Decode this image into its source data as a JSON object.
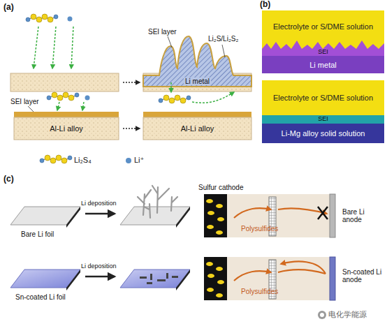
{
  "diagram": {
    "nodes": [
      {
        "text": [
          "Li metal"
        ]
      },
      {
        "text": [
          "Al-Li alloy"
        ]
      },
      {
        "text": [
          "Al-Li alloy"
        ]
      },
      {
        "text": [
          "Electrolyte or S/DME solution"
        ]
      },
      {
        "text": [
          "SEI"
        ]
      },
      {
        "text": [
          "Li metal"
        ]
      },
      {
        "text": [
          "Electrolyte or S/DME solution"
        ]
      },
      {
        "text": [
          "SEI"
        ]
      },
      {
        "text": [
          "Li-Mg alloy solid solution"
        ]
      }
    ],
    "labels": [
      "(a)",
      "SEI layer",
      "Li₂S/Li₂S₂",
      "SEI layer",
      "(b)",
      "(c)",
      "Bare Li foil",
      "Li deposition",
      "Sn-coated Li foil",
      "Li deposition",
      "Sulfur cathode",
      "Polysulfides",
      "Bare Li anode",
      "Polysulfides",
      "Sn-coated Li anode",
      "电化学能源"
    ],
    "legend": [
      {
        "text": "Li₂S₄"
      },
      {
        "text": "Li⁺",
        "color": "#5b8fc7"
      }
    ]
  }
}
